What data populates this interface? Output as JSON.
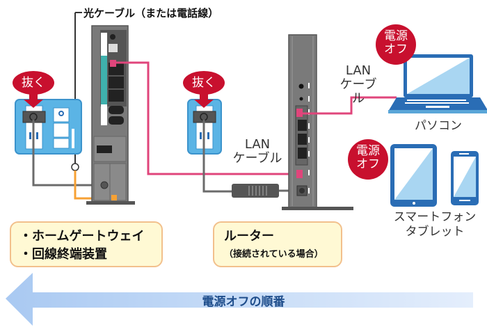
{
  "title": "電源オフの順番",
  "fiber_label": "光ケーブル（または電話線）",
  "pull_badge": "抜く",
  "power_off_badge": [
    "電源",
    "オフ"
  ],
  "lan_cable_label": [
    "LAN",
    "ケーブル"
  ],
  "devices": {
    "gateway": {
      "lines": [
        "・ホームゲートウェイ",
        "・回線終端装置"
      ]
    },
    "router": {
      "name": "ルーター",
      "note": "（接続されている場合）"
    },
    "pc": {
      "name": "パソコン"
    },
    "mobile": {
      "lines": [
        "スマートフォン",
        "タブレット"
      ]
    }
  },
  "colors": {
    "badge_red": "#c8102e",
    "lan_cable": "#e0457b",
    "fiber_cable": "#f7a134",
    "device_gray": "#6b6b6b",
    "outlet_blue": "#5bb4e5",
    "device_blue": "#2a6db5",
    "label_box": "#fff9d4",
    "arrow_text": "#1f4e8c"
  }
}
